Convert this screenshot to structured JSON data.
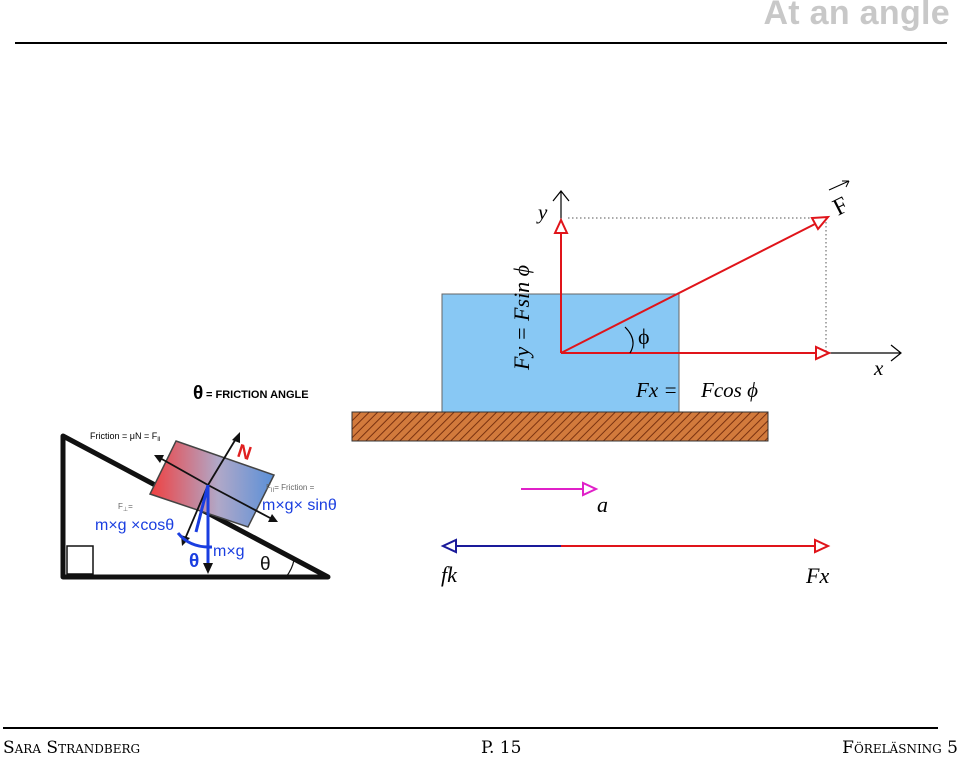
{
  "title": "At an angle",
  "footer": {
    "author": "Sara Strandberg",
    "page": "P. 15",
    "lecture": "Föreläsning 5"
  },
  "inset": {
    "theta_heading": "= FRICTION ANGLE",
    "friction_eq": "Friction = μN = F",
    "friction_sub": "II",
    "fperp_label": "F",
    "fperp_sub": "⊥",
    "fperp_eq": "=",
    "fpar_label": "F",
    "fpar_sub": "II",
    "fpar_eq": "= Friction =",
    "mg_cos": "m×g ×cosθ",
    "mg_sin": "m×g× sinθ",
    "normal_label": "N",
    "theta_symbol": "θ",
    "mg": "m×g"
  },
  "labels": {
    "y_axis": "y",
    "x_axis": "x",
    "force": "F",
    "fy_eq": "Fy =  Fsin  ϕ",
    "phi": "ϕ",
    "fx_eq": "Fx =",
    "fcos": "Fcos ϕ",
    "accel": "a",
    "friction_force": "fk",
    "fx_force": "Fx"
  },
  "colors": {
    "force_red": "#e0141a",
    "friction_blue": "#1a1a9a",
    "accel_magenta": "#e020c8",
    "block_blue": "#88c8f4",
    "ground_brown": "#c86428",
    "title_gray": "#c8c8c8"
  }
}
